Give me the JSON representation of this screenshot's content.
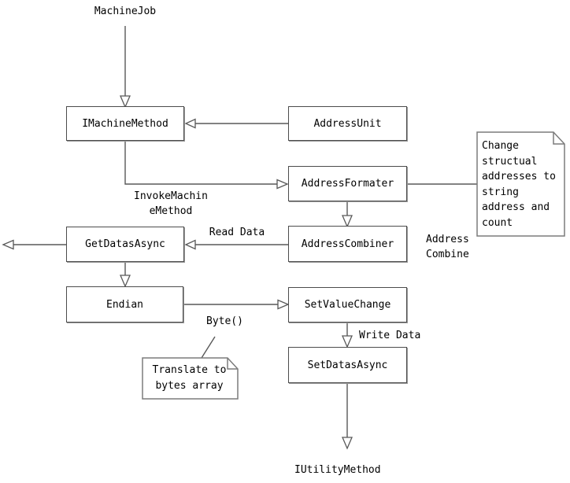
{
  "diagram": {
    "title_hint": "address/machine method flow diagram",
    "nodes": [
      {
        "id": "imachinemethod",
        "label": "IMachineMethod"
      },
      {
        "id": "addressunit",
        "label": "AddressUnit"
      },
      {
        "id": "addressformater",
        "label": "AddressFormater"
      },
      {
        "id": "getdatasasync",
        "label": "GetDatasAsync"
      },
      {
        "id": "addresscombiner",
        "label": "AddressCombiner"
      },
      {
        "id": "endian",
        "label": "Endian"
      },
      {
        "id": "setvaluechange",
        "label": "SetValueChange"
      },
      {
        "id": "setdatasasync",
        "label": "SetDatasAsync"
      }
    ],
    "notes": [
      {
        "id": "note-change-structual",
        "text": "Change\nstructual\naddresses to\nstring\naddress and\ncount"
      },
      {
        "id": "note-translate-bytes",
        "text": "Translate to\nbytes array"
      }
    ],
    "labels": {
      "machine_job": "MachineJob",
      "invoke_machine_method": "InvokeMachin\neMethod",
      "read_data": "Read Data",
      "address_combine": "Address\nCombine",
      "byte": "Byte()",
      "write_data": "Write Data",
      "iutility_method": "IUtilityMethod"
    },
    "colors": {
      "background": "#ffffff",
      "box_border": "#4c4c4c",
      "connector_line": "#585858",
      "note_border": "#7b7b7b",
      "text": "#000000",
      "arrowhead_fill": "#ffffff"
    }
  }
}
